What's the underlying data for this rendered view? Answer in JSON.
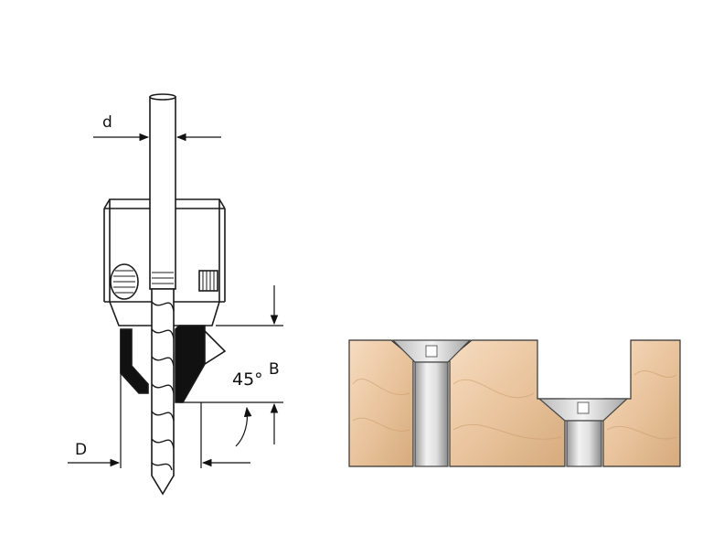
{
  "labels": {
    "shank_diameter": "d",
    "counterbore_diameter": "D",
    "depth": "B",
    "angle": "45°"
  },
  "colors": {
    "outline": "#1a1a1a",
    "metal": "#ffffff",
    "cutter": "#111111",
    "wood_light": "#f3d6b5",
    "wood_dark": "#d9b48a",
    "screw_light": "#e6e6e6",
    "screw_dark": "#8a8a8a"
  }
}
